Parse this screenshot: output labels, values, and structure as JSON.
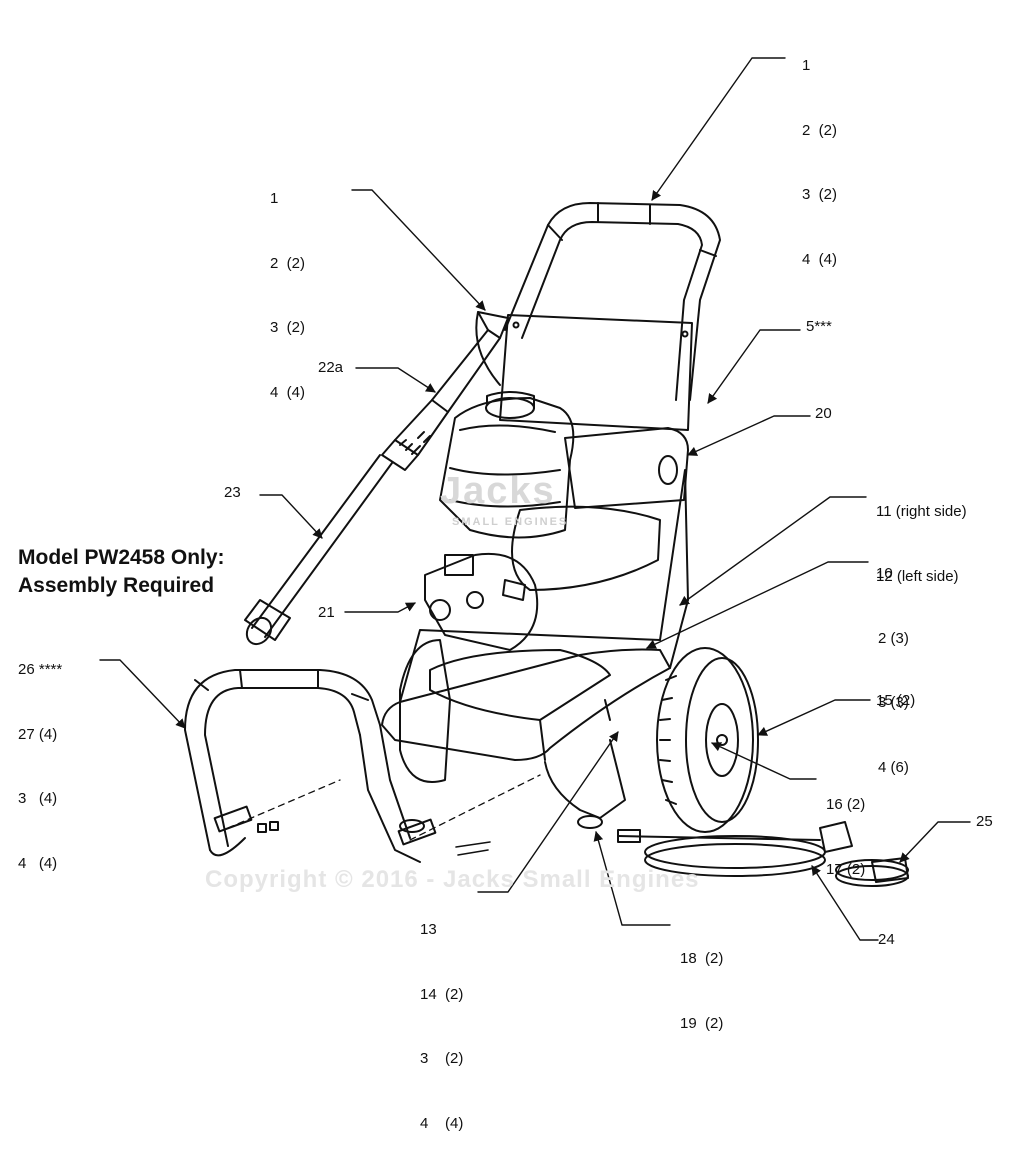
{
  "model_note": [
    "Model PW2458 Only:",
    "Assembly Required"
  ],
  "callouts": {
    "handle_right": [
      "1",
      "2  (2)",
      "3  (2)",
      "4  (4)"
    ],
    "handle_left": [
      "1",
      "2  (2)",
      "3  (2)",
      "4  (4)"
    ],
    "c5": "5***",
    "c20": "20",
    "c22a": "22a",
    "c23": "23",
    "c21": "21",
    "c11_12": [
      "11 (right side)",
      "12 (left side)"
    ],
    "c10": [
      "10",
      "2 (3)",
      "3 (3)",
      "4 (6)"
    ],
    "c26": [
      "26 ****",
      "27 (4)",
      "3   (4)",
      "4   (4)"
    ],
    "c15": "15 (2)",
    "c16_17": [
      "16 (2)",
      "17 (2)"
    ],
    "c25": "25",
    "c13": [
      "13",
      "14  (2)",
      "3    (2)",
      "4    (4)"
    ],
    "c18_19": [
      "18  (2)",
      "19  (2)"
    ],
    "c24": "24"
  },
  "watermark": {
    "logo": "Jacks",
    "logo_sub": "SMALL ENGINES",
    "copyright": "Copyright © 2016 - Jacks Small Engines"
  }
}
